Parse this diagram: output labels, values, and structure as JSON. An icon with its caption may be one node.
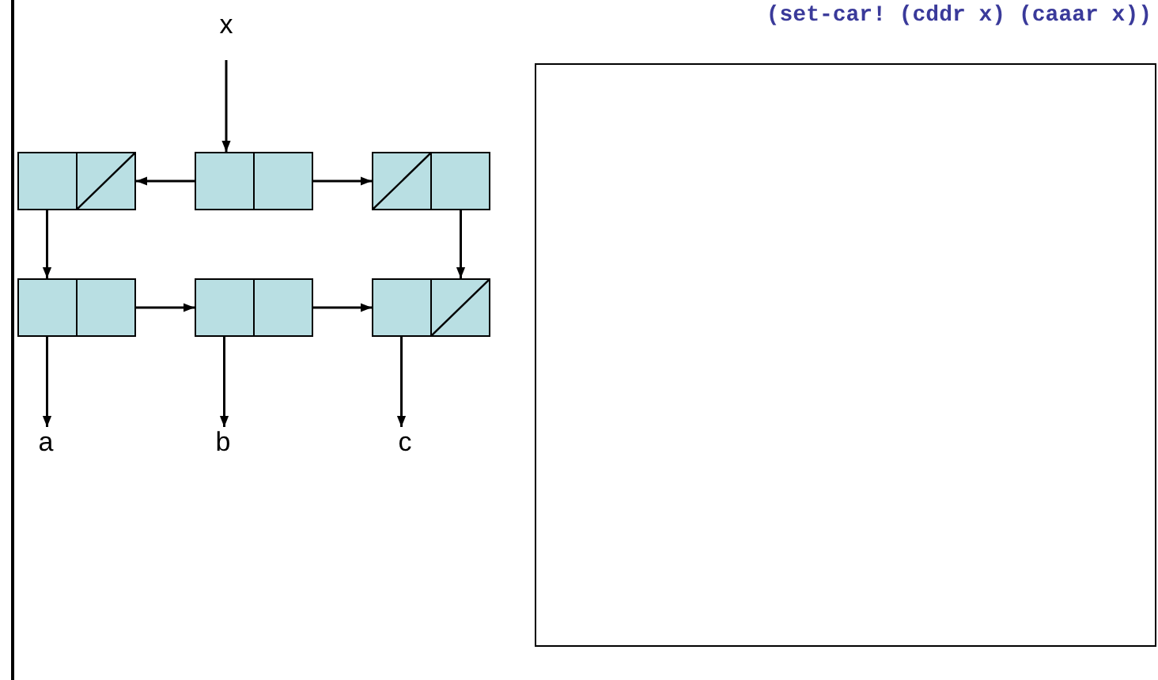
{
  "diagram": {
    "title": "(set-car! (cddr x) (caaar x))",
    "nodes": [
      {
        "text": [
          "x"
        ]
      },
      {
        "text": [],
        "shape": "box"
      },
      {
        "text": [],
        "shape": "box"
      },
      {
        "text": [],
        "shape": "box"
      },
      {
        "text": [],
        "shape": "box"
      },
      {
        "text": [],
        "shape": "box"
      },
      {
        "text": [],
        "shape": "box"
      },
      {
        "text": [
          "a"
        ]
      },
      {
        "text": [
          "b"
        ]
      },
      {
        "text": [
          "c"
        ]
      },
      {
        "text": [],
        "shape": "box"
      }
    ],
    "edges": [
      {
        "from": 0,
        "to": 2,
        "arrow": "to"
      },
      {
        "from": 2,
        "to": 1,
        "arrow": "to"
      },
      {
        "from": 2,
        "to": 3,
        "arrow": "to"
      },
      {
        "from": 1,
        "to": 4,
        "arrow": "to"
      },
      {
        "from": 3,
        "to": 6,
        "arrow": "to"
      },
      {
        "from": 4,
        "to": 5,
        "arrow": "to"
      },
      {
        "from": 5,
        "to": 6,
        "arrow": "to"
      },
      {
        "from": 4,
        "to": 7,
        "arrow": "to"
      },
      {
        "from": 5,
        "to": 8,
        "arrow": "to"
      },
      {
        "from": 6,
        "to": 9,
        "arrow": "to"
      }
    ]
  }
}
